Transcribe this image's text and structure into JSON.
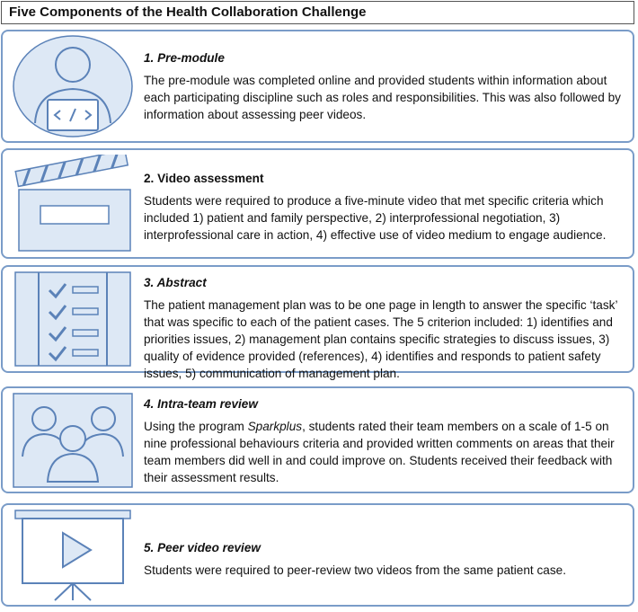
{
  "title": "Five Components of the Health Collaboration Challenge",
  "components": [
    {
      "heading": "1. Pre-module",
      "body": "The pre-module was completed online and provided students within information about each participating discipline such as roles and responsibilities. This was also followed by information about assessing peer videos.",
      "icon": "person-code-laptop-icon"
    },
    {
      "heading": "2. Video assessment",
      "body": "Students were required to produce a five-minute video that met specific criteria which included 1) patient and family perspective, 2) interprofessional negotiation, 3) interprofessional care in action, 4) effective use of video medium to engage audience.",
      "icon": "clapperboard-icon"
    },
    {
      "heading": "3. Abstract",
      "body": "The patient management plan was to be one page in length to answer the specific ‘task’ that was specific to each of the patient cases. The 5 criterion included: 1) identifies and priorities issues, 2) management plan contains specific strategies to discuss issues, 3) quality of evidence provided (references), 4) identifies and responds to patient safety issues, 5) communication of management plan.",
      "icon": "checklist-icon"
    },
    {
      "heading": "4. Intra-team review",
      "body_before": "Using the program ",
      "body_emphasis": "Sparkplus",
      "body_after": ", students rated their team members on a scale of 1-5 on nine professional behaviours criteria and provided written comments on areas that their team members did well in and could improve on. Students received their feedback with their assessment results.",
      "icon": "team-group-icon"
    },
    {
      "heading": "5. Peer video review",
      "body": "Students were required to peer-review two videos from the same patient case.",
      "icon": "video-presentation-icon"
    }
  ],
  "colors": {
    "border": "#7a9cc8",
    "icon_stroke": "#5b82b8",
    "icon_fill": "#dde8f5"
  }
}
